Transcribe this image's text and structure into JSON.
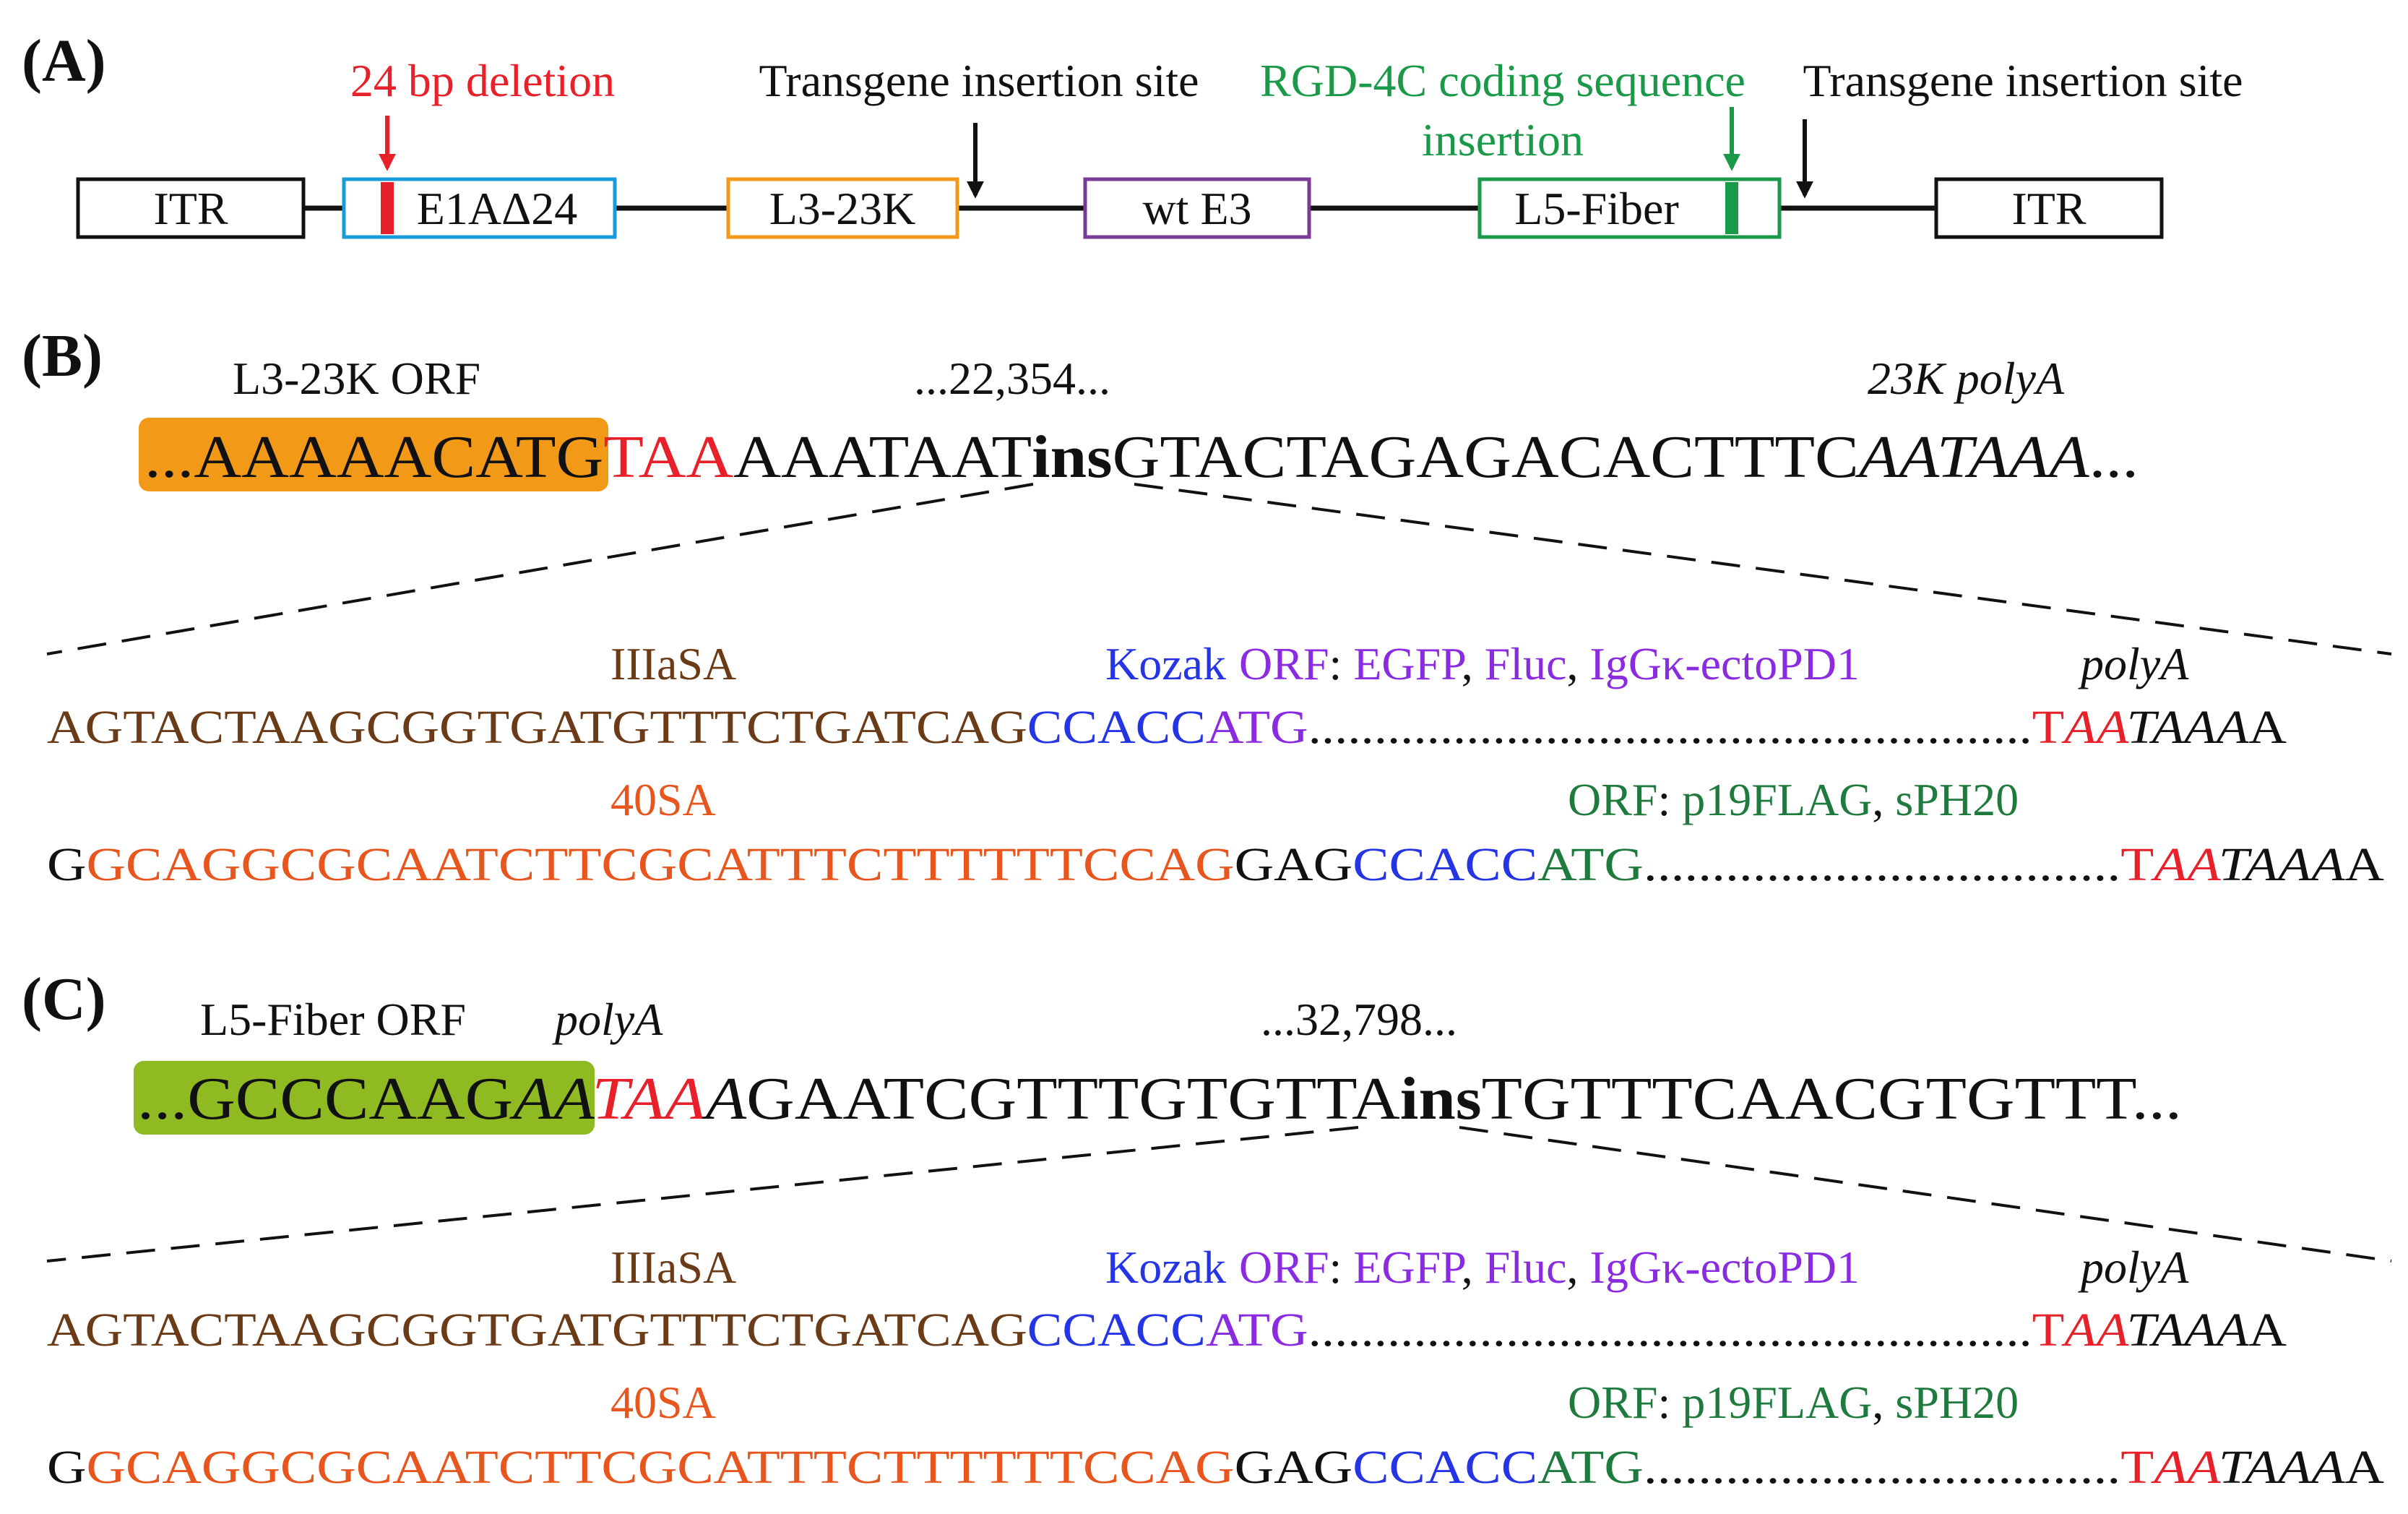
{
  "colors": {
    "black": "#111111",
    "red": "#e8202a",
    "blue_itr": "#1a9ad8",
    "orange_box": "#f19a1a",
    "purple_box": "#7a3b96",
    "green_box": "#1a9a48",
    "orange_hl": "#f29a18",
    "green_hl": "#8fba22",
    "brown": "#6b3a16",
    "splice40": "#e8561e",
    "kozak": "#2535e6",
    "orf_purple": "#8a2be2",
    "orf_green": "#1f7a3e"
  },
  "panel_a": {
    "label": "(A)",
    "deletion_label": "24 bp deletion",
    "insertion_site_1": "Transgene insertion site",
    "rgd_line1": "RGD-4C coding sequence",
    "rgd_line2": "insertion",
    "insertion_site_2": "Transgene insertion site",
    "boxes": {
      "itr_left": "ITR",
      "e1a": "E1AΔ24",
      "l3": "L3-23K",
      "e3": "wt E3",
      "l5": "L5-Fiber",
      "itr_right": "ITR"
    }
  },
  "panel_b": {
    "label": "(B)",
    "orf_label": "L3-23K ORF",
    "position": "...22,354...",
    "polya_label": "23K polyA",
    "seq": {
      "highlight": "...AAAAACATG",
      "stop": "TAA",
      "mid": "AAATAAT",
      "ins": "ins",
      "after": "GTACTAGAGACACTTTC",
      "polya": "AATAAA",
      "dots": "..."
    }
  },
  "panel_c": {
    "label": "(C)",
    "orf_label": "L5-Fiber ORF",
    "polya_label": "polyA",
    "position": "...32,798...",
    "seq": {
      "highlight": "...GCCCAAG",
      "aa": "AA",
      "taa": "TAA",
      "a": "A",
      "mid": "GAATCGTTTGTGTTA",
      "ins": "ins",
      "after": "TGTTTCAACGTGTTT",
      "dots": "..."
    }
  },
  "cassette": {
    "iiia_label": "IIIaSA",
    "kozak_label": "Kozak",
    "orf_label": "ORF",
    "colon": ":",
    "comma": ",",
    "egfp": "EGFP",
    "fluc": "Fluc",
    "igg": "IgGκ-ectoPD1",
    "polya_label": "polyA",
    "line1": {
      "iiia_seq": "AGTACTAAGCGGTGATGTTTCTGATCAG",
      "kozak_seq": "CCACC",
      "atg": "ATG",
      "dots": ".......................................................",
      "t": "T",
      "aa": "AA",
      "taaa": "TAAA",
      "a": "A"
    },
    "sa40_label": "40SA",
    "orf2_label": "ORF",
    "p19": "p19FLAG",
    "sph": "sPH20",
    "line2": {
      "g": "G",
      "sa40_seq": "GCAGGCGCAATCTTCGCATTTCTTTTTTCCAG",
      "gag": "GAG",
      "kozak_seq": "CCACC",
      "atg": "ATG",
      "dots": "...................................",
      "t": "T",
      "aa": "AA",
      "taaa": "TAAA",
      "a": "A"
    }
  }
}
